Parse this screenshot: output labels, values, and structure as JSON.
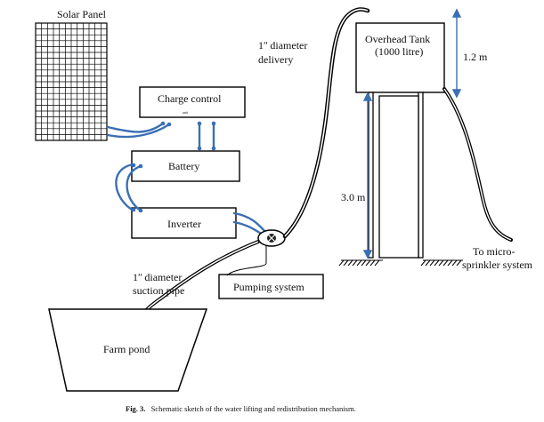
{
  "labels": {
    "solar_panel": "Solar Panel",
    "charge_control": "Charge control",
    "charge_control_sub": "unit",
    "battery": "Battery",
    "inverter": "Inverter",
    "pumping_system": "Pumping system",
    "farm_pond": "Farm pond",
    "overhead_tank_1": "Overhead Tank",
    "overhead_tank_2": "(1000 litre)",
    "delivery_1": "1ʺ diameter",
    "delivery_2": "delivery",
    "suction_1": "1ʺ diameter",
    "suction_2": "suction pipe",
    "tank_height": "1.2 m",
    "stand_height": "3.0 m",
    "micro_1": "To micro-",
    "micro_2": "sprinkler system"
  },
  "caption": {
    "lead": "Fig. 3.",
    "text": "Schematic sketch of the water lifting and redistribution mechanism."
  },
  "colors": {
    "wire": "#3a6fb5",
    "pipe": "#000000",
    "dimension": "#3a6fb5",
    "ground_hatch": "#000000"
  }
}
